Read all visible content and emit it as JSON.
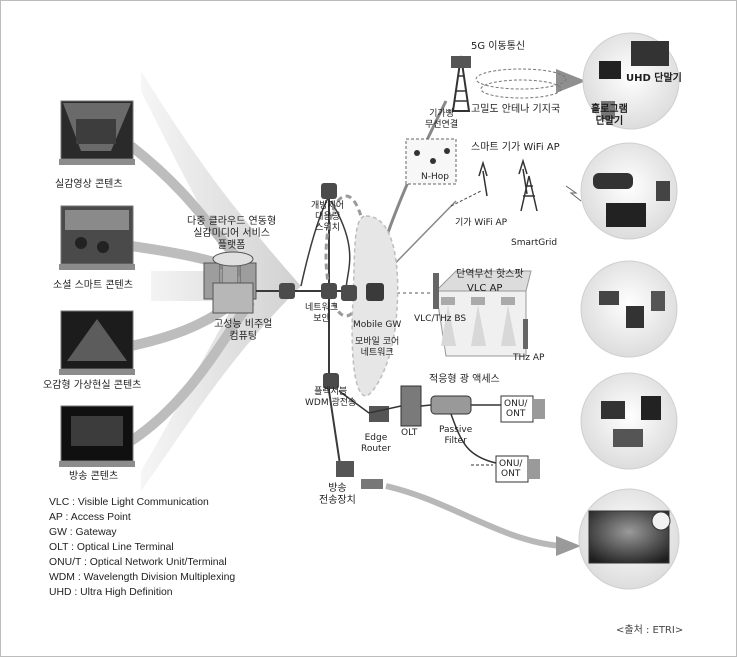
{
  "contents": [
    {
      "label": "실감영상 콘텐츠"
    },
    {
      "label": "소셜 스마트 콘텐츠"
    },
    {
      "label": "오감형 가상현실 콘텐츠"
    },
    {
      "label": "방송 콘텐츠"
    }
  ],
  "labels": {
    "cloud_platform": "다중 클라우드 연동형\n실감미디어 서비스\n플랫폼",
    "hpc": "고성능 비주얼\n컴퓨팅",
    "switch": "개방제어\n대용량\n스위치",
    "network_security": "네트워크\n보안",
    "photonic_wdm": "플렉서블\nWDM 광전송",
    "mobile_gw": "Mobile GW",
    "mobile_core": "모바일 코어\n네트워크",
    "edge_router": "Edge\nRouter",
    "olt": "OLT",
    "passive_filter": "Passive\nFilter",
    "adaptive_access": "적응형 광 액세스",
    "onu1": "ONU/\nONT",
    "onu2": "ONU/\nONT",
    "broadcast_tx": "방송\n전송장치",
    "fiveg": "5G 이동통신",
    "dense_antenna": "고밀도 안테나 기지국",
    "uhd_terminal": "UHD 단말기",
    "hologram_terminal": "홀로그램\n단말기",
    "device_radio": "기가빵\n무선연결",
    "nhop": "N-Hop",
    "smart_wifi": "스마트 기가 WiFi AP",
    "giga_wifi_ap": "기가 WiFi AP",
    "smartgrid": "SmartGrid",
    "hotspot": "단역무선 핫스팟",
    "vlc_ap": "VLC AP",
    "vlc_bs": "VLC/THz BS",
    "thz_ap": "THz AP"
  },
  "glossary": [
    "VLC : Visible Light Communication",
    "AP : Access Point",
    "GW : Gateway",
    "OLT : Optical Line Terminal",
    "ONU/T : Optical Network Unit/Terminal",
    "WDM : Wavelength Division Multiplexing",
    "UHD : Ultra High Definition"
  ],
  "source": "<출처 : ETRI>"
}
